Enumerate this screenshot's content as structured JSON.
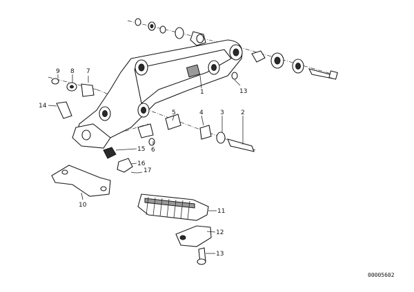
{
  "diagram": {
    "part_id": "00005602",
    "callouts": [
      {
        "id": "c1",
        "text": "1"
      },
      {
        "id": "c2",
        "text": "2"
      },
      {
        "id": "c3",
        "text": "3"
      },
      {
        "id": "c4",
        "text": "4"
      },
      {
        "id": "c5",
        "text": "5"
      },
      {
        "id": "c6",
        "text": "6"
      },
      {
        "id": "c7",
        "text": "7"
      },
      {
        "id": "c8",
        "text": "8"
      },
      {
        "id": "c9",
        "text": "9"
      },
      {
        "id": "c10",
        "text": "10"
      },
      {
        "id": "c11",
        "text": "11"
      },
      {
        "id": "c12",
        "text": "12"
      },
      {
        "id": "c13a",
        "text": "13"
      },
      {
        "id": "c13b",
        "text": "13"
      },
      {
        "id": "c14",
        "text": "14"
      },
      {
        "id": "c15",
        "text": "15"
      },
      {
        "id": "c16",
        "text": "16"
      },
      {
        "id": "c17",
        "text": "17"
      }
    ]
  }
}
